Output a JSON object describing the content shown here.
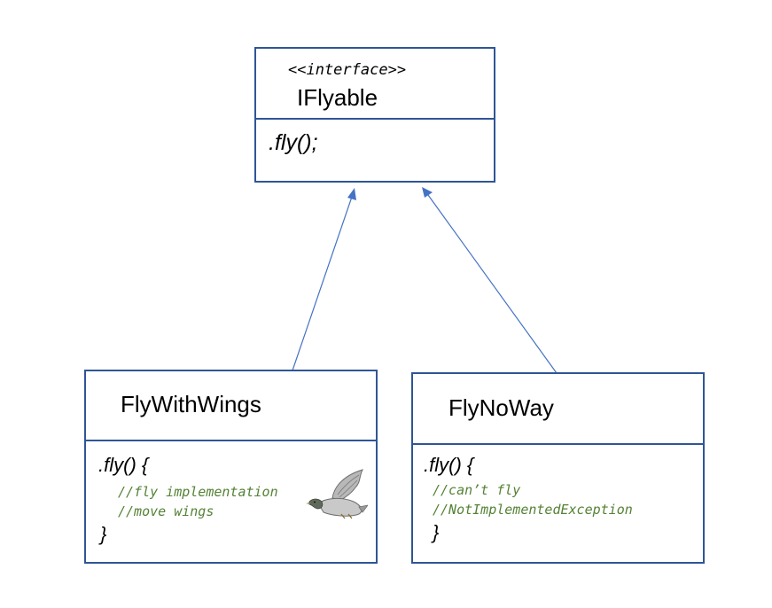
{
  "interface_box": {
    "stereotype": "<<interface>>",
    "name": "IFlyable",
    "method": ".fly();"
  },
  "fly_with_wings": {
    "name": "FlyWithWings",
    "method_open": ".fly() {",
    "comment_1": "//fly implementation",
    "comment_2": "//move wings",
    "method_close": "}",
    "icon": "duck-icon"
  },
  "fly_no_way": {
    "name": "FlyNoWay",
    "method_open": ".fly() {",
    "comment_1": "//can’t fly",
    "comment_2": "//NotImplementedException",
    "method_close": "}"
  },
  "colors": {
    "border": "#2f5597",
    "arrow": "#4472c4",
    "comment": "#548235"
  }
}
